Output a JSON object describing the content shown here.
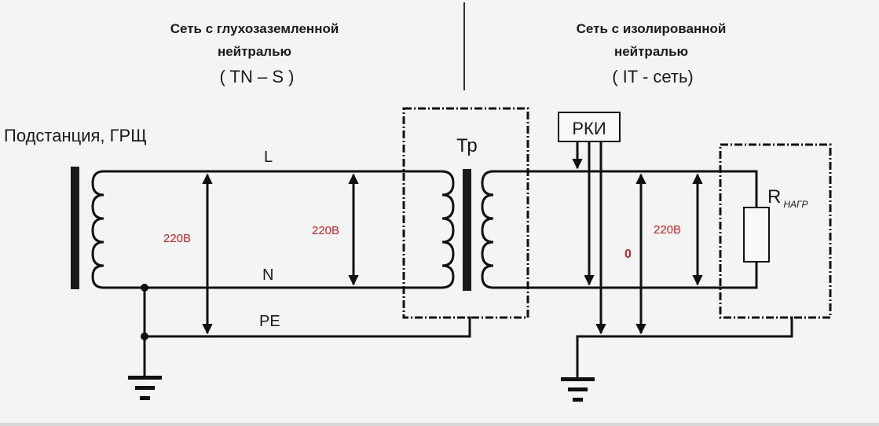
{
  "left_section": {
    "title_line1": "Сеть  с  глухозаземленной",
    "title_line2": "нейтралью",
    "subtitle": "( TN – S )",
    "source_label": "Подстанция, ГРЩ",
    "conductors": {
      "line": "L",
      "neutral": "N",
      "protective": "PE"
    },
    "voltage_L_PE": "220В",
    "voltage_L_N": "220В"
  },
  "transformer": {
    "label": "Тр"
  },
  "right_section": {
    "title_line1": "Сеть  с  изолированной",
    "title_line2": "нейтралью",
    "subtitle": "( IT - сеть)",
    "monitor_label": "РКИ",
    "voltage_to_ground": "0",
    "voltage_line": "220В",
    "load_label": "R",
    "load_subscript": "НАГР"
  },
  "colors": {
    "voltage_text": "#d32020",
    "lines": "#111111",
    "background": "#f4f4f4"
  }
}
